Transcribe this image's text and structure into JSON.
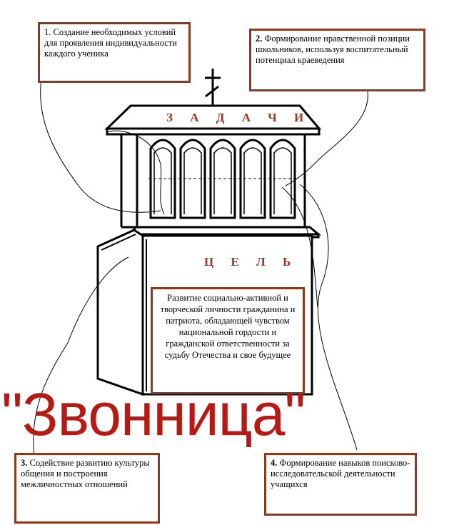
{
  "title": "\"Звонница\"",
  "tasks_label": "З А Д А Ч И",
  "goal_label": "Ц Е Л Ь",
  "goal_text": "Развитие социально-активной и творческой личности гражданина и патриота, обладающей чувством национальной гордости и гражданской ответственности за судьбу Отечества и свое будущее",
  "tasks": [
    {
      "num": "1.",
      "text": "Создание необходимых условий для проявления индивидуальности каждого ученика"
    },
    {
      "num": "2.",
      "text": "Формирование нравственной позиции школьников, используя воспитательный потенциал краеведения"
    },
    {
      "num": "3.",
      "text": "Содействие развитию культуры общения и построения межличностных отношений"
    },
    {
      "num": "4.",
      "text": "Формирование навыков поисково-исследовательской деятельности учащихся"
    }
  ],
  "colors": {
    "border": "#8b3a20",
    "label": "#a0341c",
    "title": "#b51a14"
  }
}
